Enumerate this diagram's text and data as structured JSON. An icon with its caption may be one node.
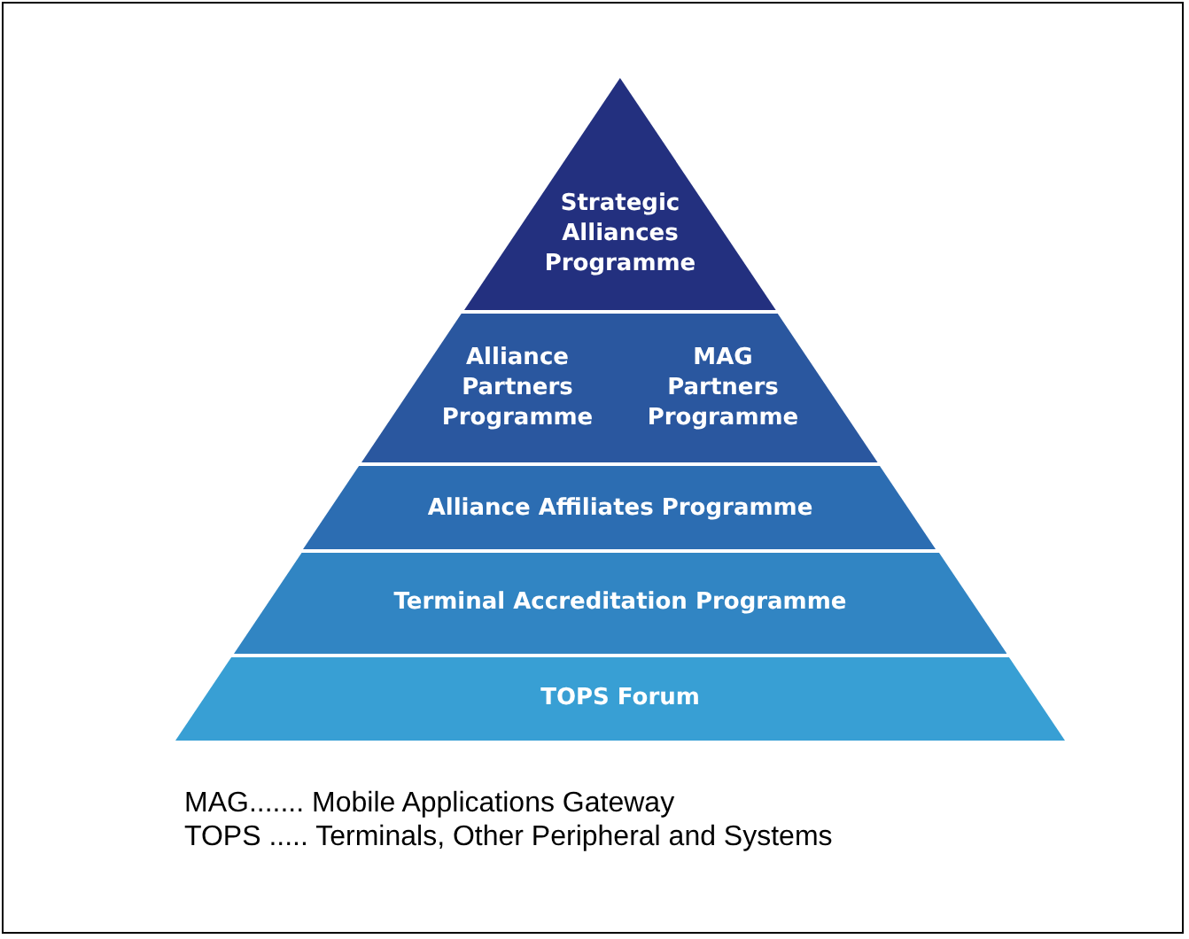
{
  "diagram": {
    "nodes": [
      {
        "text": [
          "Strategic Alliances Programme"
        ]
      },
      {
        "text": [
          "Alliance Partners Programme",
          "MAG Partners Programme"
        ]
      },
      {
        "text": [
          "Alliance Affiliates Programme"
        ]
      },
      {
        "text": [
          "Terminal Accreditation Programme"
        ]
      },
      {
        "text": [
          "TOPS Forum"
        ]
      }
    ],
    "labels": [
      "MAG....... Mobile Applications Gateway",
      "TOPS ..... Terminals, Other Peripheral and Systems"
    ]
  }
}
